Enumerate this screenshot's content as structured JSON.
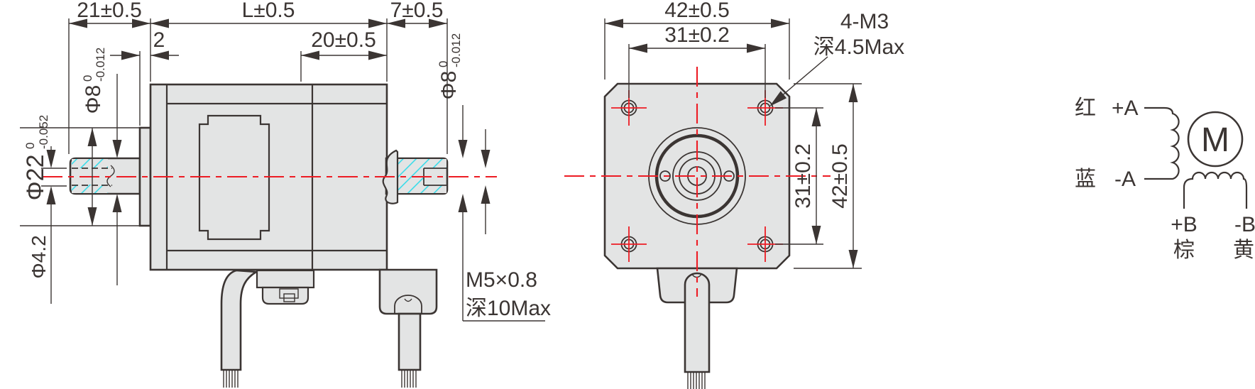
{
  "meta": {
    "title": "stepper-motor-dimension-drawing"
  },
  "colors": {
    "outline": "#3b3533",
    "body_fill": "#e3e4e4",
    "centerline_red": "#ed1c24",
    "hatch_cyan": "#3adce9"
  },
  "side_view": {
    "dim_front_length": "21±0.5",
    "dim_body_length": "L±0.5",
    "dim_rear_length": "7±0.5",
    "dim_boss_thickness": "2",
    "dim_rear_section": "20±0.5",
    "front_shaft_dia": {
      "base": "Φ8",
      "sup": "0",
      "sub": "-0.012"
    },
    "pilot_dia": {
      "base": "Φ22",
      "sup": "0",
      "sub": "-0.052"
    },
    "center_hole_dia": "Φ4.2",
    "rear_shaft_dia": {
      "base": "Φ8",
      "sup": "0",
      "sub": "-0.012"
    },
    "thread_note": {
      "line1": "M5×0.8",
      "line2": "深10Max"
    }
  },
  "front_view": {
    "dim_width": "42±0.5",
    "dim_hole_spacing_h": "31±0.2",
    "dim_hole_spacing_v": "31±0.2",
    "dim_height": "42±0.5",
    "mount_hole_note": {
      "line1": "4-M3",
      "line2": "深4.5Max"
    }
  },
  "wiring_diagram": {
    "phase_a": {
      "plus_color": "红",
      "plus": "+A",
      "minus_color": "蓝",
      "minus": "-A"
    },
    "phase_b": {
      "plus": "+B",
      "plus_color": "棕",
      "minus": "-B",
      "minus_color": "黄"
    },
    "motor_symbol": "M"
  }
}
